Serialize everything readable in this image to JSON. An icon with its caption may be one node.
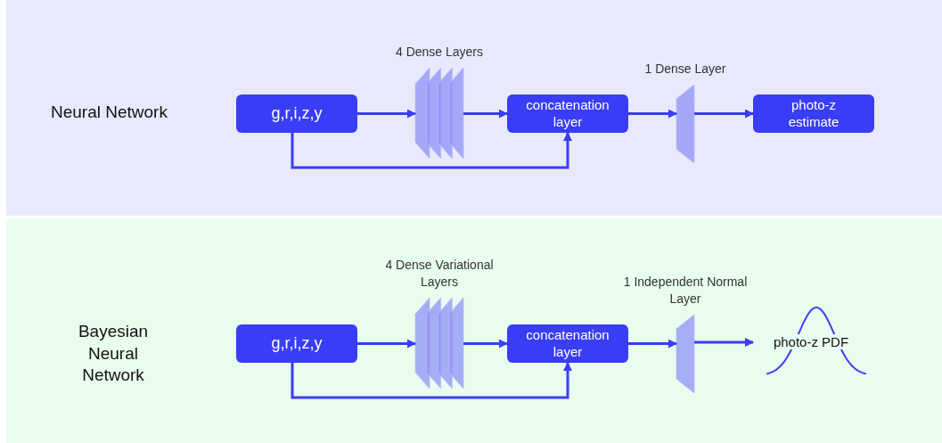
{
  "diagram": {
    "nodes": [
      {
        "text": [
          "Neural Network"
        ]
      },
      {
        "text": [
          "g,r,i,z,y"
        ],
        "in": 0
      },
      {
        "text": [
          "4 Dense Layers"
        ],
        "in": 0
      },
      {
        "text": [
          "concatenation layer"
        ],
        "in": 0
      },
      {
        "text": [
          "1 Dense Layer"
        ],
        "in": 0
      },
      {
        "text": [
          "photo-z estimate"
        ],
        "in": 0
      },
      {
        "text": [
          "Bayesian Neural Network"
        ]
      },
      {
        "text": [
          "g,r,i,z,y"
        ],
        "in": 6
      },
      {
        "text": [
          "4 Dense Variational Layers"
        ],
        "in": 6
      },
      {
        "text": [
          "concatenation layer"
        ],
        "in": 6
      },
      {
        "text": [
          "1 Independent Normal Layer"
        ],
        "in": 6
      },
      {
        "text": [
          "photo-z PDF"
        ],
        "in": 6
      }
    ],
    "edges": [
      {
        "from": 1,
        "to": 2,
        "arrow": "to"
      },
      {
        "from": 2,
        "to": 3,
        "arrow": "to"
      },
      {
        "from": 1,
        "to": 3,
        "arrow": "to"
      },
      {
        "from": 3,
        "to": 4,
        "arrow": "to"
      },
      {
        "from": 4,
        "to": 5,
        "arrow": "to"
      },
      {
        "from": 7,
        "to": 8,
        "arrow": "to"
      },
      {
        "from": 8,
        "to": 9,
        "arrow": "to"
      },
      {
        "from": 7,
        "to": 9,
        "arrow": "to"
      },
      {
        "from": 9,
        "to": 10,
        "arrow": "to"
      },
      {
        "from": 10,
        "to": 11,
        "arrow": "to"
      }
    ]
  }
}
